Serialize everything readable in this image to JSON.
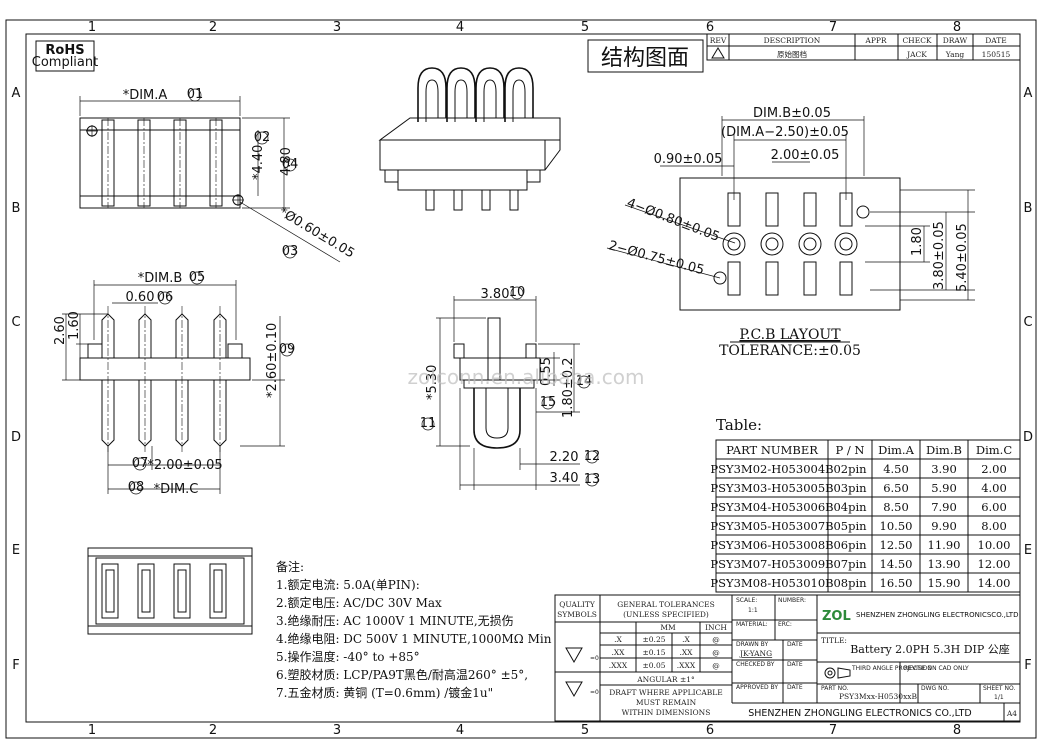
{
  "frame": {
    "col_labels": [
      "1",
      "2",
      "3",
      "4",
      "5",
      "6",
      "7",
      "8"
    ],
    "row_labels": [
      "A",
      "B",
      "C",
      "D",
      "E",
      "F"
    ]
  },
  "rohs": {
    "line1": "RoHS",
    "line2": "Compliant"
  },
  "title_cn": "结构图面",
  "revision": {
    "headers": [
      "REV",
      "DESCRIPTION",
      "APPR",
      "CHECK",
      "DRAW",
      "DATE"
    ],
    "row": {
      "description": "原始图档",
      "check": "JACK",
      "draw": "Yang",
      "date": "150515"
    }
  },
  "dims": {
    "dim_a": "*DIM.A",
    "n01": "01",
    "h440": "*4.40",
    "n02": "02",
    "h480": "4.80",
    "n04": "04",
    "hole060": "*Ø0.60±0.05",
    "n03": "03",
    "dim_b": "*DIM.B",
    "n05": "05",
    "w060": "0.60",
    "n06": "06",
    "h260": "2.60",
    "h160": "1.60",
    "h260b": "*2.60±0.10",
    "n09": "09",
    "p200": "*2.00±0.05",
    "n07": "07",
    "dim_c": "*DIM.C",
    "n08": "08",
    "w380": "3.80",
    "n10": "10",
    "h530": "*5.30",
    "n11": "11",
    "h055": "0.55",
    "n15": "15",
    "h180": "1.80±0.2",
    "n14": "14",
    "w220": "2.20",
    "n12": "12",
    "w340": "3.40",
    "n13": "13"
  },
  "pcb": {
    "dimb": "DIM.B±0.05",
    "dima": "(DIM.A−2.50)±0.05",
    "p090": "0.90±0.05",
    "p200": "2.00±0.05",
    "hole4": "4−Ø0.80±0.05",
    "hole2": "2−Ø0.75±0.05",
    "v180": "1.80",
    "v380": "3.80±0.05",
    "v540": "5.40±0.05",
    "title": "P.C.B LAYOUT",
    "tolerance": "TOLERANCE:±0.05"
  },
  "watermark": "zolconn.en.alibaba.com",
  "table": {
    "label": "Table:",
    "headers": [
      "PART NUMBER",
      "P / N",
      "Dim.A",
      "Dim.B",
      "Dim.C"
    ],
    "rows": [
      [
        "PSY3M02-H053004B",
        "02pin",
        "4.50",
        "3.90",
        "2.00"
      ],
      [
        "PSY3M03-H053005B",
        "03pin",
        "6.50",
        "5.90",
        "4.00"
      ],
      [
        "PSY3M04-H053006B",
        "04pin",
        "8.50",
        "7.90",
        "6.00"
      ],
      [
        "PSY3M05-H053007B",
        "05pin",
        "10.50",
        "9.90",
        "8.00"
      ],
      [
        "PSY3M06-H053008B",
        "06pin",
        "12.50",
        "11.90",
        "10.00"
      ],
      [
        "PSY3M07-H053009B",
        "07pin",
        "14.50",
        "13.90",
        "12.00"
      ],
      [
        "PSY3M08-H053010B",
        "08pin",
        "16.50",
        "15.90",
        "14.00"
      ]
    ]
  },
  "notes": {
    "title": "备注:",
    "items": [
      "1.额定电流: 5.0A(单PIN):",
      "2.额定电压: AC/DC 30V Max",
      "3.绝缘耐压: AC 1000V 1 MINUTE,无损伤",
      "4.绝缘电阻: DC 500V 1 MINUTE,1000MΩ Min",
      "5.操作温度: -40° to +85°",
      "6.塑胶材质: LCP/PA9T黑色/耐高温260° ±5°,",
      "7.五金材质: 黄铜 (T=0.6mm) /镀金1u\""
    ]
  },
  "title_block": {
    "quality": "QUALITY",
    "symbols": "SYMBOLS",
    "gen_tol": "GENERAL TOLERANCES",
    "unless": "(UNLESS SPECIFIED)",
    "mm": "MM",
    "inch": "INCH",
    "tol_rows": [
      [
        ".X",
        "±0.25",
        ".X",
        "@"
      ],
      [
        ".XX",
        "±0.15",
        ".XX",
        "@"
      ],
      [
        ".XXX",
        "±0.05",
        ".XXX",
        "@"
      ]
    ],
    "angular": "ANGULAR ±1°",
    "draft": [
      "DRAFT WHERE APPLICABLE",
      "MUST REMAIN",
      "WITHIN DIMENSIONS"
    ],
    "sym_val": "=0",
    "scale": "SCALE:",
    "scale_val": "1:1",
    "number": "NUMBER:",
    "material": "MATERIAL:",
    "ec": "ERC:",
    "drawn": "DRAWN BY",
    "drawn_name": "JK-YANG",
    "date": "DATE",
    "checked": "CHECKED BY",
    "approved": "APPROVED BY",
    "company_logo": "ZOL",
    "company_cn": "SHENZHEN ZHONGLING ELECTRONICSCO.,LTD",
    "title_label": "TITLE:",
    "title_value": "Battery 2.0PH 5.3H DIP 公座",
    "proj": "THIRD ANGLE PROJECTION",
    "revise": "REVISE ON CAD ONLY",
    "part_no": "PART NO.",
    "part_val": "PSY3Mxx-H0530xxB",
    "dwg": "DWG NO.",
    "sheet": "SHEET NO.",
    "sheet_val": "1/1",
    "footer": "SHENZHEN ZHONGLING ELECTRONICS CO.,LTD",
    "size": "A4"
  }
}
